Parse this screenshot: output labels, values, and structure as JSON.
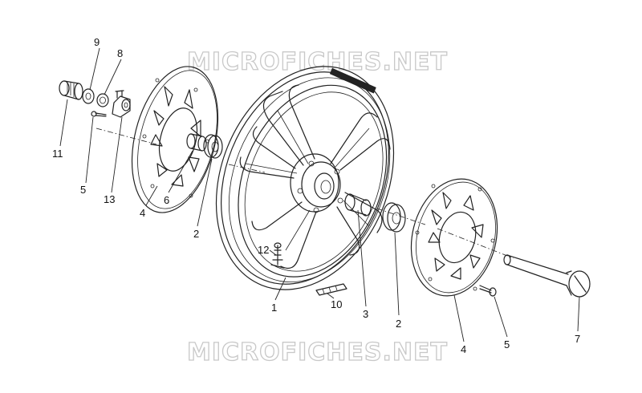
{
  "watermark": {
    "top": "MICROFICHES.NET",
    "bottom": "MICROFICHES.NET"
  },
  "callouts": {
    "c9": "9",
    "c8": "8",
    "c11": "11",
    "c5a": "5",
    "c13": "13",
    "c4a": "4",
    "c6": "6",
    "c2a": "2",
    "c12": "12",
    "c1": "1",
    "c10": "10",
    "c3": "3",
    "c2b": "2",
    "c4b": "4",
    "c5b": "5",
    "c7": "7"
  },
  "colors": {
    "line": "#222222",
    "watermark_outline": "#c8c8c8",
    "background": "#ffffff"
  }
}
